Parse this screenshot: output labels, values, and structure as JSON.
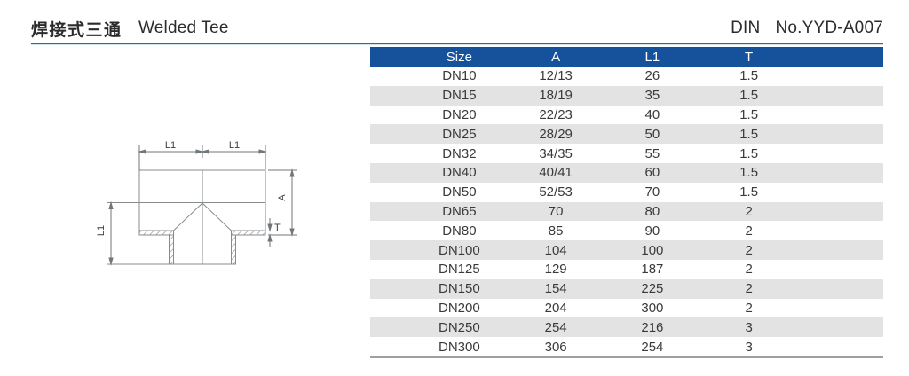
{
  "header": {
    "title_cn": "焊接式三通",
    "title_en": "Welded Tee",
    "standard": "DIN",
    "doc_no": "No.YYD-A007"
  },
  "diagram": {
    "labels": {
      "top_left": "L1",
      "top_right": "L1",
      "height": "A",
      "thickness": "T",
      "branch": "L1"
    }
  },
  "table": {
    "columns": [
      "Size",
      "A",
      "L1",
      "T"
    ],
    "rows": [
      [
        "DN10",
        "12/13",
        "26",
        "1.5"
      ],
      [
        "DN15",
        "18/19",
        "35",
        "1.5"
      ],
      [
        "DN20",
        "22/23",
        "40",
        "1.5"
      ],
      [
        "DN25",
        "28/29",
        "50",
        "1.5"
      ],
      [
        "DN32",
        "34/35",
        "55",
        "1.5"
      ],
      [
        "DN40",
        "40/41",
        "60",
        "1.5"
      ],
      [
        "DN50",
        "52/53",
        "70",
        "1.5"
      ],
      [
        "DN65",
        "70",
        "80",
        "2"
      ],
      [
        "DN80",
        "85",
        "90",
        "2"
      ],
      [
        "DN100",
        "104",
        "100",
        "2"
      ],
      [
        "DN125",
        "129",
        "187",
        "2"
      ],
      [
        "DN150",
        "154",
        "225",
        "2"
      ],
      [
        "DN200",
        "204",
        "300",
        "2"
      ],
      [
        "DN250",
        "254",
        "216",
        "3"
      ],
      [
        "DN300",
        "306",
        "254",
        "3"
      ]
    ]
  },
  "colors": {
    "header_bg": "#15529b",
    "alt_row_bg": "#e3e3e3",
    "rule_dark": "#53616b",
    "rule_light": "#cfe2ef",
    "text": "#3a3a3a"
  }
}
